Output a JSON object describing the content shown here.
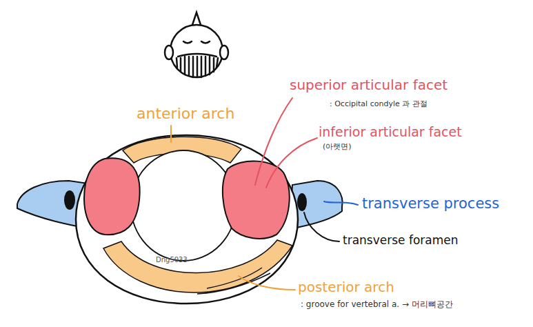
{
  "diagram": {
    "labels": [
      "superior articular facet",
      ": Occipital condyle 과 관절",
      "inferior articular facet",
      "(아랫면)",
      "anterior arch",
      "transverse process",
      "transverse foramen",
      "posterior arch",
      ": groove for vertebral a. → 머리뼈공간",
      "Dng5033"
    ]
  }
}
